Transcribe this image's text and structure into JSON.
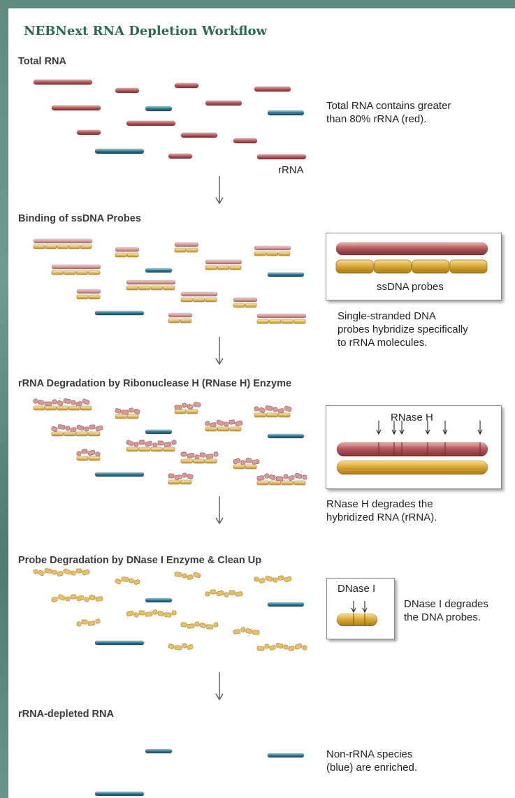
{
  "title": "NEBNext RNA Depletion Workflow",
  "stages": [
    {
      "title": "Total RNA",
      "description": [
        "Total RNA contains greater",
        "than 80% rRNA (red)."
      ],
      "marker": "rRNA"
    },
    {
      "title": "Binding of ssDNA Probes",
      "description": [
        "Single-stranded DNA",
        "probes hybridize specifically",
        "to rRNA molecules."
      ],
      "inset_label": "ssDNA probes"
    },
    {
      "title": "rRNA Degradation by Ribonuclease H (RNase H) Enzyme",
      "description": [
        "RNase H degrades the",
        "hybridized RNA (rRNA)."
      ],
      "inset_label": "RNase H"
    },
    {
      "title": "Probe Degradation by DNase I Enzyme & Clean Up",
      "description": [
        "DNase I degrades",
        "the DNA probes."
      ],
      "inset_label": "DNase I"
    },
    {
      "title": "rRNA-depleted RNA",
      "description": [
        "Non-rRNA species",
        "(blue) are enriched."
      ]
    }
  ],
  "colors": {
    "rRNA": "#b5595c",
    "mRNA": "#2c7a95",
    "probe": "#d8a531",
    "title": "#2d6b4f",
    "background": "#5f8a80"
  },
  "icons": [
    "down-arrow-icon",
    "cut-arrow-icon"
  ]
}
